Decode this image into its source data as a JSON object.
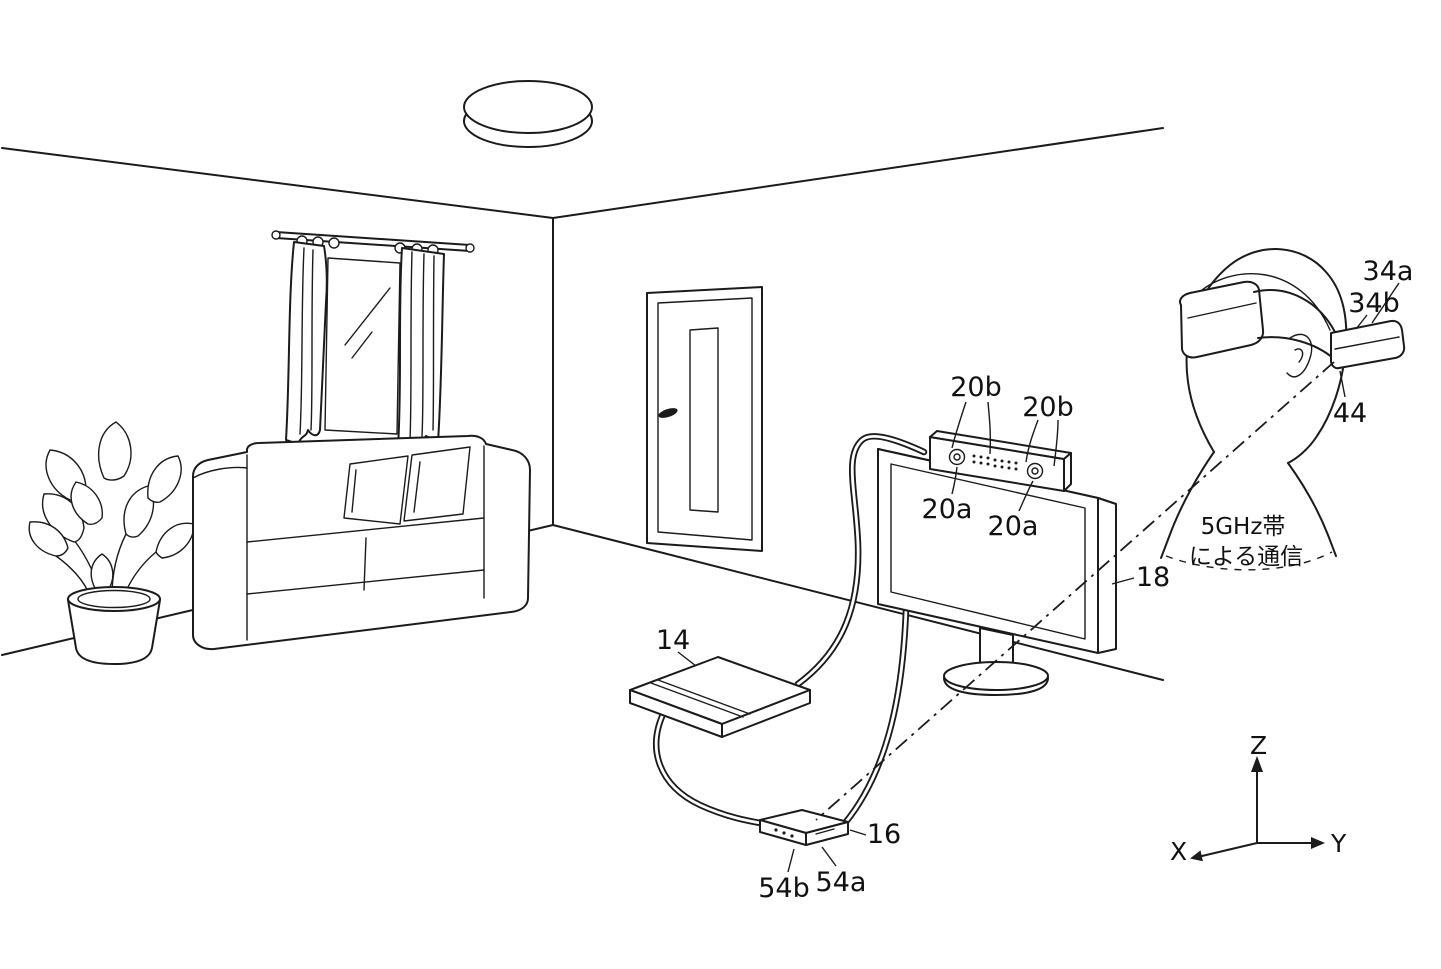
{
  "figure": {
    "background": "#ffffff",
    "ink": "#1b1b1b",
    "labels": {
      "l34a": "34a",
      "l34b": "34b",
      "l44": "44",
      "l20b_left": "20b",
      "l20b_right": "20b",
      "l20a_left": "20a",
      "l20a_right": "20a",
      "l18": "18",
      "l14": "14",
      "l16": "16",
      "l54b": "54b",
      "l54a": "54a",
      "comm_line1": "5GHz帯",
      "comm_line2": "による通信",
      "axis_x": "X",
      "axis_y": "Y",
      "axis_z": "Z"
    }
  }
}
